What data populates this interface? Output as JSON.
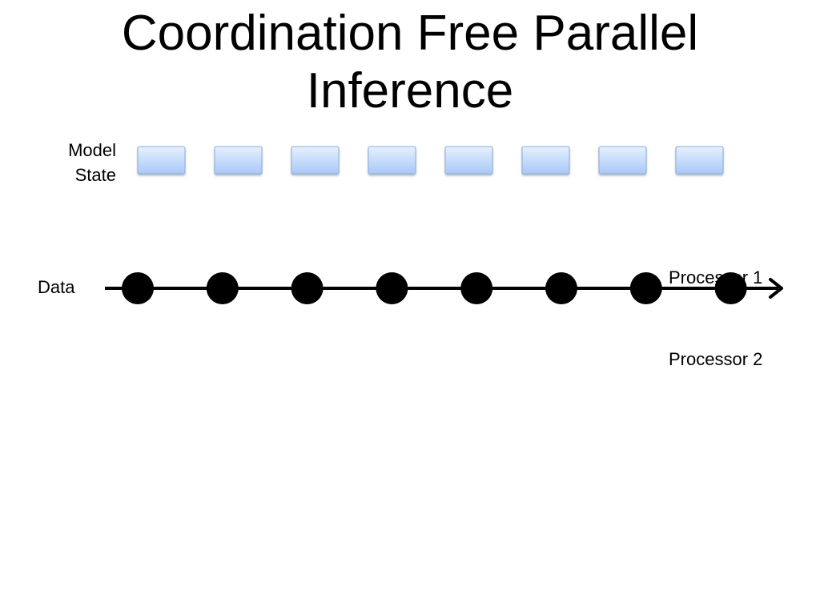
{
  "slide": {
    "title_line1": "Coordination Free Parallel",
    "title_line2": "Inference"
  },
  "labels": {
    "model_state_line1": "Model",
    "model_state_line2": "State",
    "data": "Data",
    "processor_1": "Processor 1",
    "processor_2": "Processor 2"
  },
  "diagram": {
    "model_state_block_count": 8,
    "data_point_count": 8,
    "colors": {
      "block_fill_top": "#e6f0ff",
      "block_fill_bottom": "#a9c8f7",
      "block_stroke": "#8aaee0",
      "data_point": "#000000",
      "axis_line": "#000000"
    }
  }
}
